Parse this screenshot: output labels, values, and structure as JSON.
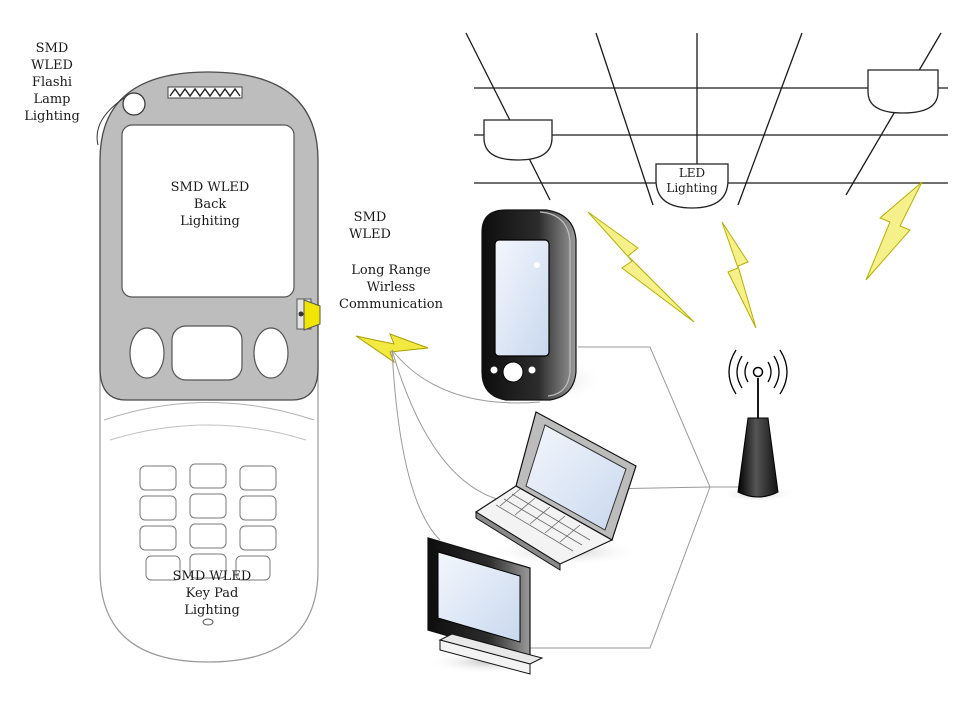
{
  "labels": {
    "flash": [
      "SMD",
      "WLED",
      "Flashi",
      "Lamp",
      "Lighting"
    ],
    "back": [
      "SMD WLED",
      "Back",
      "Lighiting"
    ],
    "side_wled": [
      "SMD",
      "WLED"
    ],
    "long_range": [
      "Long Range",
      "Wirless",
      "Communication"
    ],
    "keypad": [
      "SMD WLED",
      "Key Pad",
      "Lighting"
    ],
    "led_lighting": [
      "LED",
      "Lighting"
    ]
  },
  "colors": {
    "phone_gray": "#bdbdbd",
    "outline": "#3a3a3a",
    "led_yellow": "#f2e600",
    "bolt_yellow": "#f5f08a",
    "screen_blue": "#dfe9f7",
    "device_black": "#1c1c1c"
  },
  "icons": [
    "flash-lamp-icon",
    "speaker-grille-icon",
    "side-wled-icon",
    "lightning-bolt-icon",
    "pda-icon",
    "laptop-icon",
    "monitor-icon",
    "antenna-tower-icon",
    "ceiling-lamp-icon"
  ]
}
